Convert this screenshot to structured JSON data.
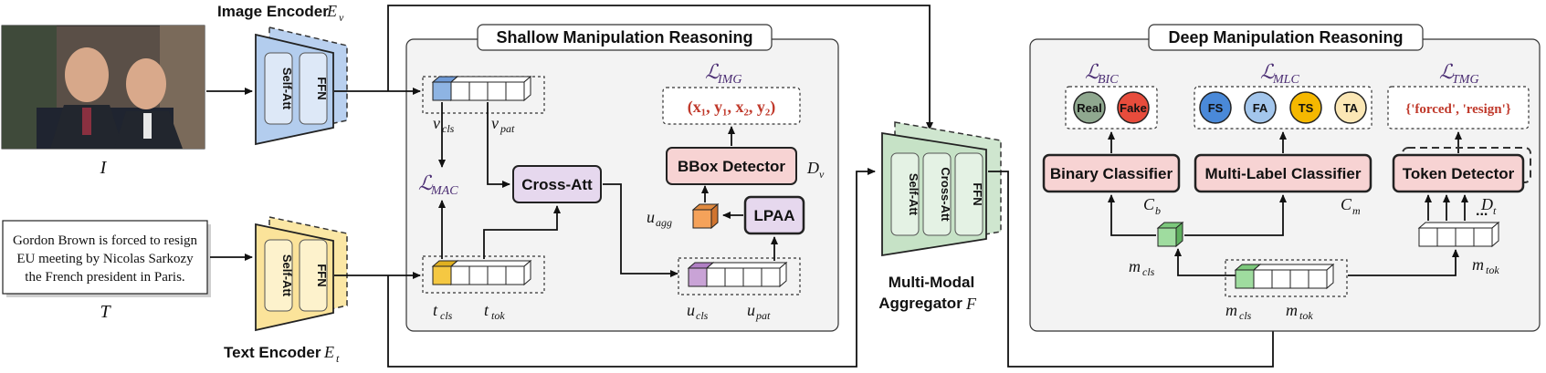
{
  "image_encoder": {
    "label": "Image Encoder",
    "symbol": "E",
    "sub": "v",
    "self_att": "Self-Att",
    "ffn": "FFN"
  },
  "text_encoder": {
    "label": "Text Encoder",
    "symbol": "E",
    "sub": "t",
    "self_att": "Self-Att",
    "ffn": "FFN"
  },
  "image_input": {
    "symbol": "I"
  },
  "text_input": {
    "lines": [
      "Gordon Brown is forced to resign",
      "EU meeting by Nicolas Sarkozy",
      "the French president in Paris."
    ],
    "symbol": "T"
  },
  "shallow": {
    "title": "Shallow Manipulation Reasoning",
    "v_cls": "v",
    "v_cls_sub": "cls",
    "v_pat": "v",
    "v_pat_sub": "pat",
    "t_cls": "t",
    "t_cls_sub": "cls",
    "t_tok": "t",
    "t_tok_sub": "tok",
    "u_cls": "u",
    "u_cls_sub": "cls",
    "u_pat": "u",
    "u_pat_sub": "pat",
    "u_agg": "u",
    "u_agg_sub": "agg",
    "cross_att": "Cross-Att",
    "bbox": "BBox Detector",
    "bbox_sym": "D",
    "bbox_sub": "v",
    "lpaa": "LPAA",
    "loss_mac": "MAC",
    "loss_img": "IMG",
    "bbox_output": "(x₁, y₁, x₂, y₂)"
  },
  "aggregator": {
    "label1": "Multi-Modal",
    "label2": "Aggregator",
    "symbol": "F",
    "self_att": "Self-Att",
    "cross_att": "Cross-Att",
    "ffn": "FFN"
  },
  "deep": {
    "title": "Deep Manipulation Reasoning",
    "loss_bic": "BIC",
    "loss_mlc": "MLC",
    "loss_tmg": "TMG",
    "real": "Real",
    "fake": "Fake",
    "fs": "FS",
    "fa": "FA",
    "ts": "TS",
    "ta": "TA",
    "tokens_output": "{'forced', 'resign'}",
    "binary": "Binary Classifier",
    "binary_sym": "C",
    "binary_sub": "b",
    "multilabel": "Multi-Label Classifier",
    "multilabel_sym": "C",
    "multilabel_sub": "m",
    "token_det": "Token Detector",
    "token_sym": "D",
    "token_sub": "t",
    "dots": "...",
    "m_cls": "m",
    "m_cls_sub": "cls",
    "m_tok": "m",
    "m_tok_sub": "tok"
  },
  "colors": {
    "blue_cell": "#8eb4e3",
    "yellow_cell": "#f5c842",
    "purple_cell": "#c9a3d6",
    "orange_cell": "#f5a25a",
    "green_cell": "#9fdc9f",
    "cross_att_fill": "#e6d8ee",
    "bbox_fill": "#f7d3d3",
    "lpaa_fill": "#e6d8ee",
    "real": "#8fa88f",
    "fake": "#e74c3c",
    "fs": "#4a89d8",
    "fa": "#a3c6ec",
    "ts": "#f5b800",
    "ta": "#fbe7b5"
  }
}
